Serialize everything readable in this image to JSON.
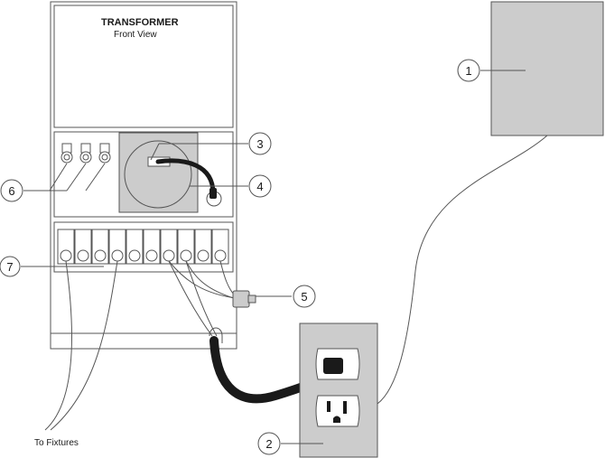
{
  "transformer": {
    "title": "TRANSFORMER",
    "subtitle": "Front View"
  },
  "callouts": [
    "1",
    "2",
    "3",
    "4",
    "5",
    "6",
    "7"
  ],
  "fixtures_label": "To Fixtures",
  "colors": {
    "panel_gray": "#cccccc",
    "line": "#555555",
    "cord": "#1a1a1a"
  }
}
